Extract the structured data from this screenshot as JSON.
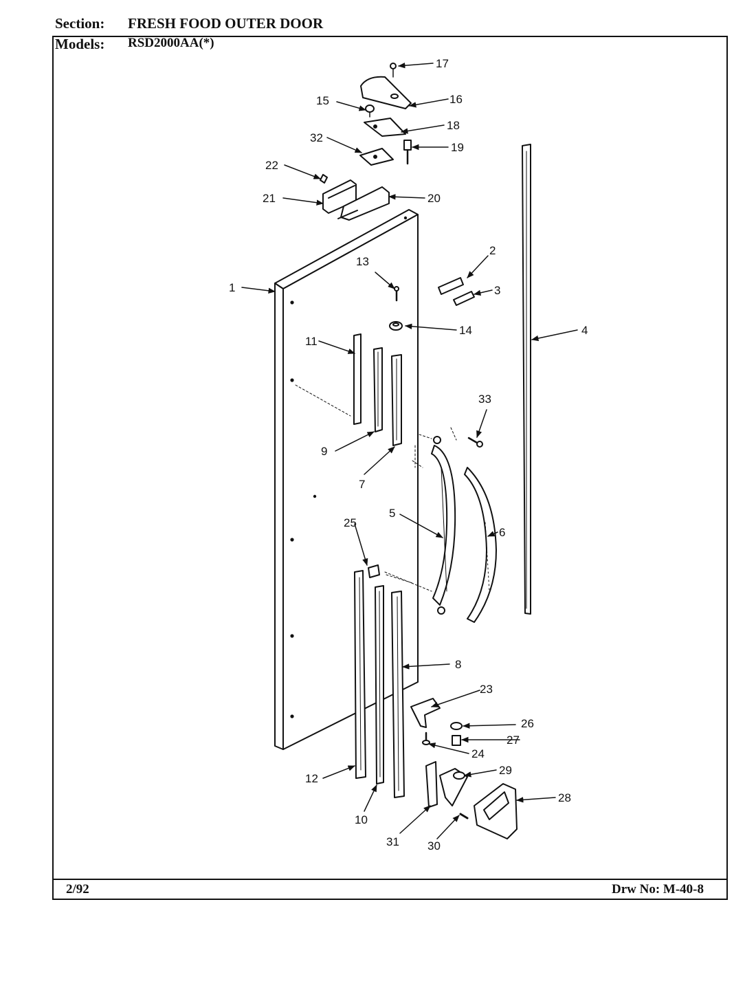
{
  "header": {
    "section_label": "Section:",
    "section_value": "FRESH FOOD OUTER DOOR",
    "models_label": "Models:",
    "models_value": "RSD2000AA(*)"
  },
  "footer": {
    "date": "2/92",
    "drawing_number": "Drw No: M-40-8"
  },
  "callouts": [
    {
      "id": "1",
      "label": "1"
    },
    {
      "id": "2",
      "label": "2"
    },
    {
      "id": "3",
      "label": "3"
    },
    {
      "id": "4",
      "label": "4"
    },
    {
      "id": "5",
      "label": "5"
    },
    {
      "id": "6",
      "label": "6"
    },
    {
      "id": "7",
      "label": "7"
    },
    {
      "id": "8",
      "label": "8"
    },
    {
      "id": "9",
      "label": "9"
    },
    {
      "id": "10",
      "label": "10"
    },
    {
      "id": "11",
      "label": "11"
    },
    {
      "id": "12",
      "label": "12"
    },
    {
      "id": "13",
      "label": "13"
    },
    {
      "id": "14",
      "label": "14"
    },
    {
      "id": "15",
      "label": "15"
    },
    {
      "id": "16",
      "label": "16"
    },
    {
      "id": "17",
      "label": "17"
    },
    {
      "id": "18",
      "label": "18"
    },
    {
      "id": "19",
      "label": "19"
    },
    {
      "id": "20",
      "label": "20"
    },
    {
      "id": "21",
      "label": "21"
    },
    {
      "id": "22",
      "label": "22"
    },
    {
      "id": "23",
      "label": "23"
    },
    {
      "id": "24",
      "label": "24"
    },
    {
      "id": "25",
      "label": "25"
    },
    {
      "id": "26",
      "label": "26"
    },
    {
      "id": "27",
      "label": "27"
    },
    {
      "id": "28",
      "label": "28"
    },
    {
      "id": "29",
      "label": "29"
    },
    {
      "id": "30",
      "label": "30"
    },
    {
      "id": "31",
      "label": "31"
    },
    {
      "id": "32",
      "label": "32"
    },
    {
      "id": "33",
      "label": "33"
    }
  ],
  "colors": {
    "ink": "#111111",
    "paper": "#ffffff"
  }
}
